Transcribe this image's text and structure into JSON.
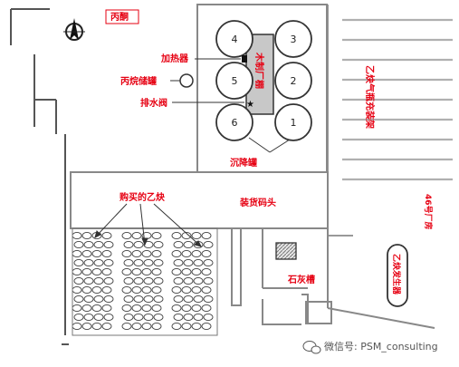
{
  "labels": {
    "propylene_ketone": "丙酮",
    "heater": "加热器",
    "propane_tank": "丙烷储罐",
    "drain_valve": "排水阀",
    "wood_shed": "木制厂棚",
    "settling_tank": "沉降罐",
    "bought_acetylene": "购买的乙炔",
    "loading_dock": "装货码头",
    "acetylene_filling_rack": "乙炔气瓶充装架",
    "building_46": "46号厂房",
    "lime_tank": "石灰槽",
    "acetylene_generator": "乙炔发生器",
    "watermark": "微信号: PSM_consulting"
  },
  "tanks": [
    "1",
    "2",
    "3",
    "4",
    "5",
    "6"
  ],
  "colors": {
    "label_red": "#e60012",
    "shed_fill": "#c8c8c8",
    "line": "#333333"
  },
  "icons": {
    "north": "north-arrow-icon",
    "watermark": "wechat-icon"
  }
}
